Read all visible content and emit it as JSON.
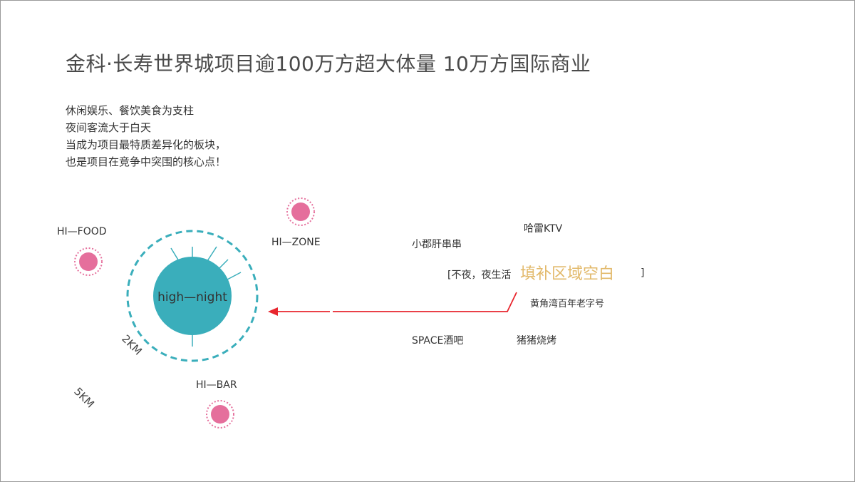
{
  "title": "金科·长寿世界城项目逾100万方超大体量 10万方国际商业",
  "intro": {
    "lines": [
      "休闲娱乐、餐饮美食为支柱",
      "夜间客流大于白天",
      "当成为项目最特质差异化的板块，",
      "也是项目在竞争中突围的核心点！"
    ]
  },
  "diagram": {
    "center_label": "high—night",
    "ring_inner_label": "2KM",
    "ring_outer_label": "5KM",
    "nodes": {
      "food": "HI—FOOD",
      "zone": "HI—ZONE",
      "bar": "HI—BAR"
    },
    "venues": {
      "ktv": "哈雷KTV",
      "skewers": "小郡肝串串",
      "nightlife_prefix": "[不夜，夜生活",
      "fill_gap": "填补区域空白",
      "bracket_close": "]",
      "huangjiaowan": "黄角湾百年老字号",
      "space_bar": "SPACE酒吧",
      "bbq": "猪猪烧烤"
    }
  },
  "colors": {
    "teal": "#3aaebb",
    "pink": "#e56f9c",
    "arrow_red": "#e8262e",
    "gold": "#e2b96a"
  }
}
